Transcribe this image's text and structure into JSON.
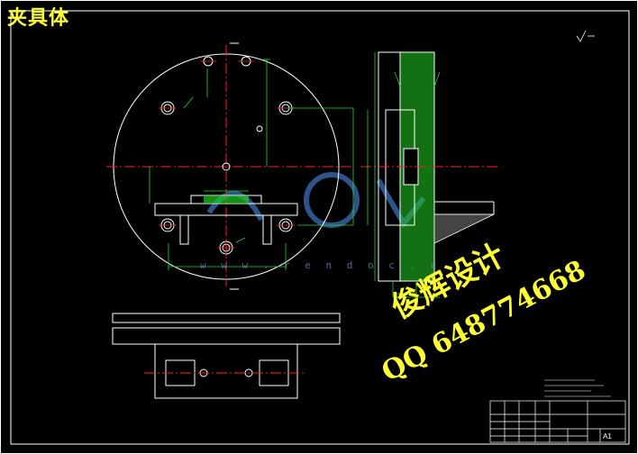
{
  "title": "夹具体",
  "watermark": {
    "studio": "俊辉设计",
    "qq": "QQ 648774668",
    "url": "w w w . r e n d o c . c"
  },
  "title_block": {
    "sheet_size": "A1"
  },
  "colors": {
    "background": "#000000",
    "line": "#ffffff",
    "center_line": "#ff2020",
    "dimension": "#22dd22",
    "hatch": "#22cc22",
    "title_text": "#ffff33",
    "watermark_logo": "#3d6fb8"
  }
}
